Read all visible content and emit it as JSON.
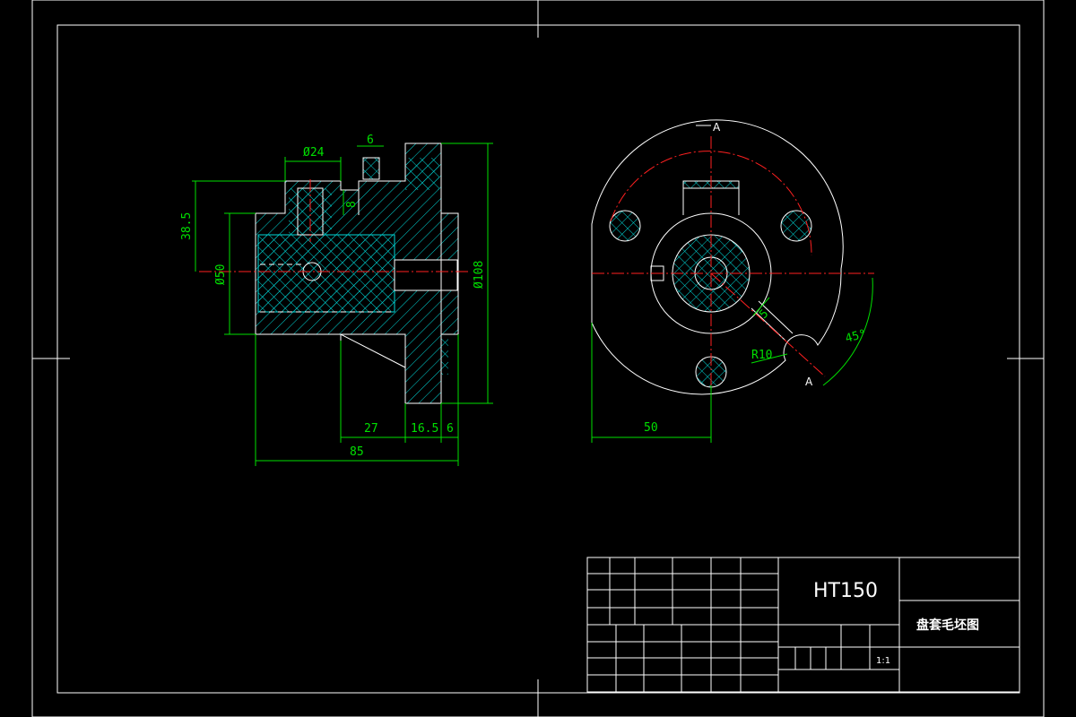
{
  "colors": {
    "background": "#000000",
    "outline": "#ffffff",
    "dimension": "#00e000",
    "centerline": "#ff2020",
    "hatch": "#00d8d8"
  },
  "section_view": {
    "dimensions": {
      "d_top_bore": "Ø24",
      "slot_width": "6",
      "slot_depth": "8",
      "height_38_5": "38.5",
      "d_bore": "Ø50",
      "d_flange": "Ø108",
      "len_27": "27",
      "len_16_5": "16.5",
      "len_6": "6",
      "len_85": "85"
    }
  },
  "end_view": {
    "section_label_top": "A",
    "section_label_bottom": "A",
    "dimensions": {
      "width_5": "5",
      "radius_10": "R10",
      "angle_45": "45°",
      "offset_50": "50"
    }
  },
  "title_block": {
    "material": "HT150",
    "drawing_name": "盘套毛坯图",
    "scale": "1:1"
  }
}
